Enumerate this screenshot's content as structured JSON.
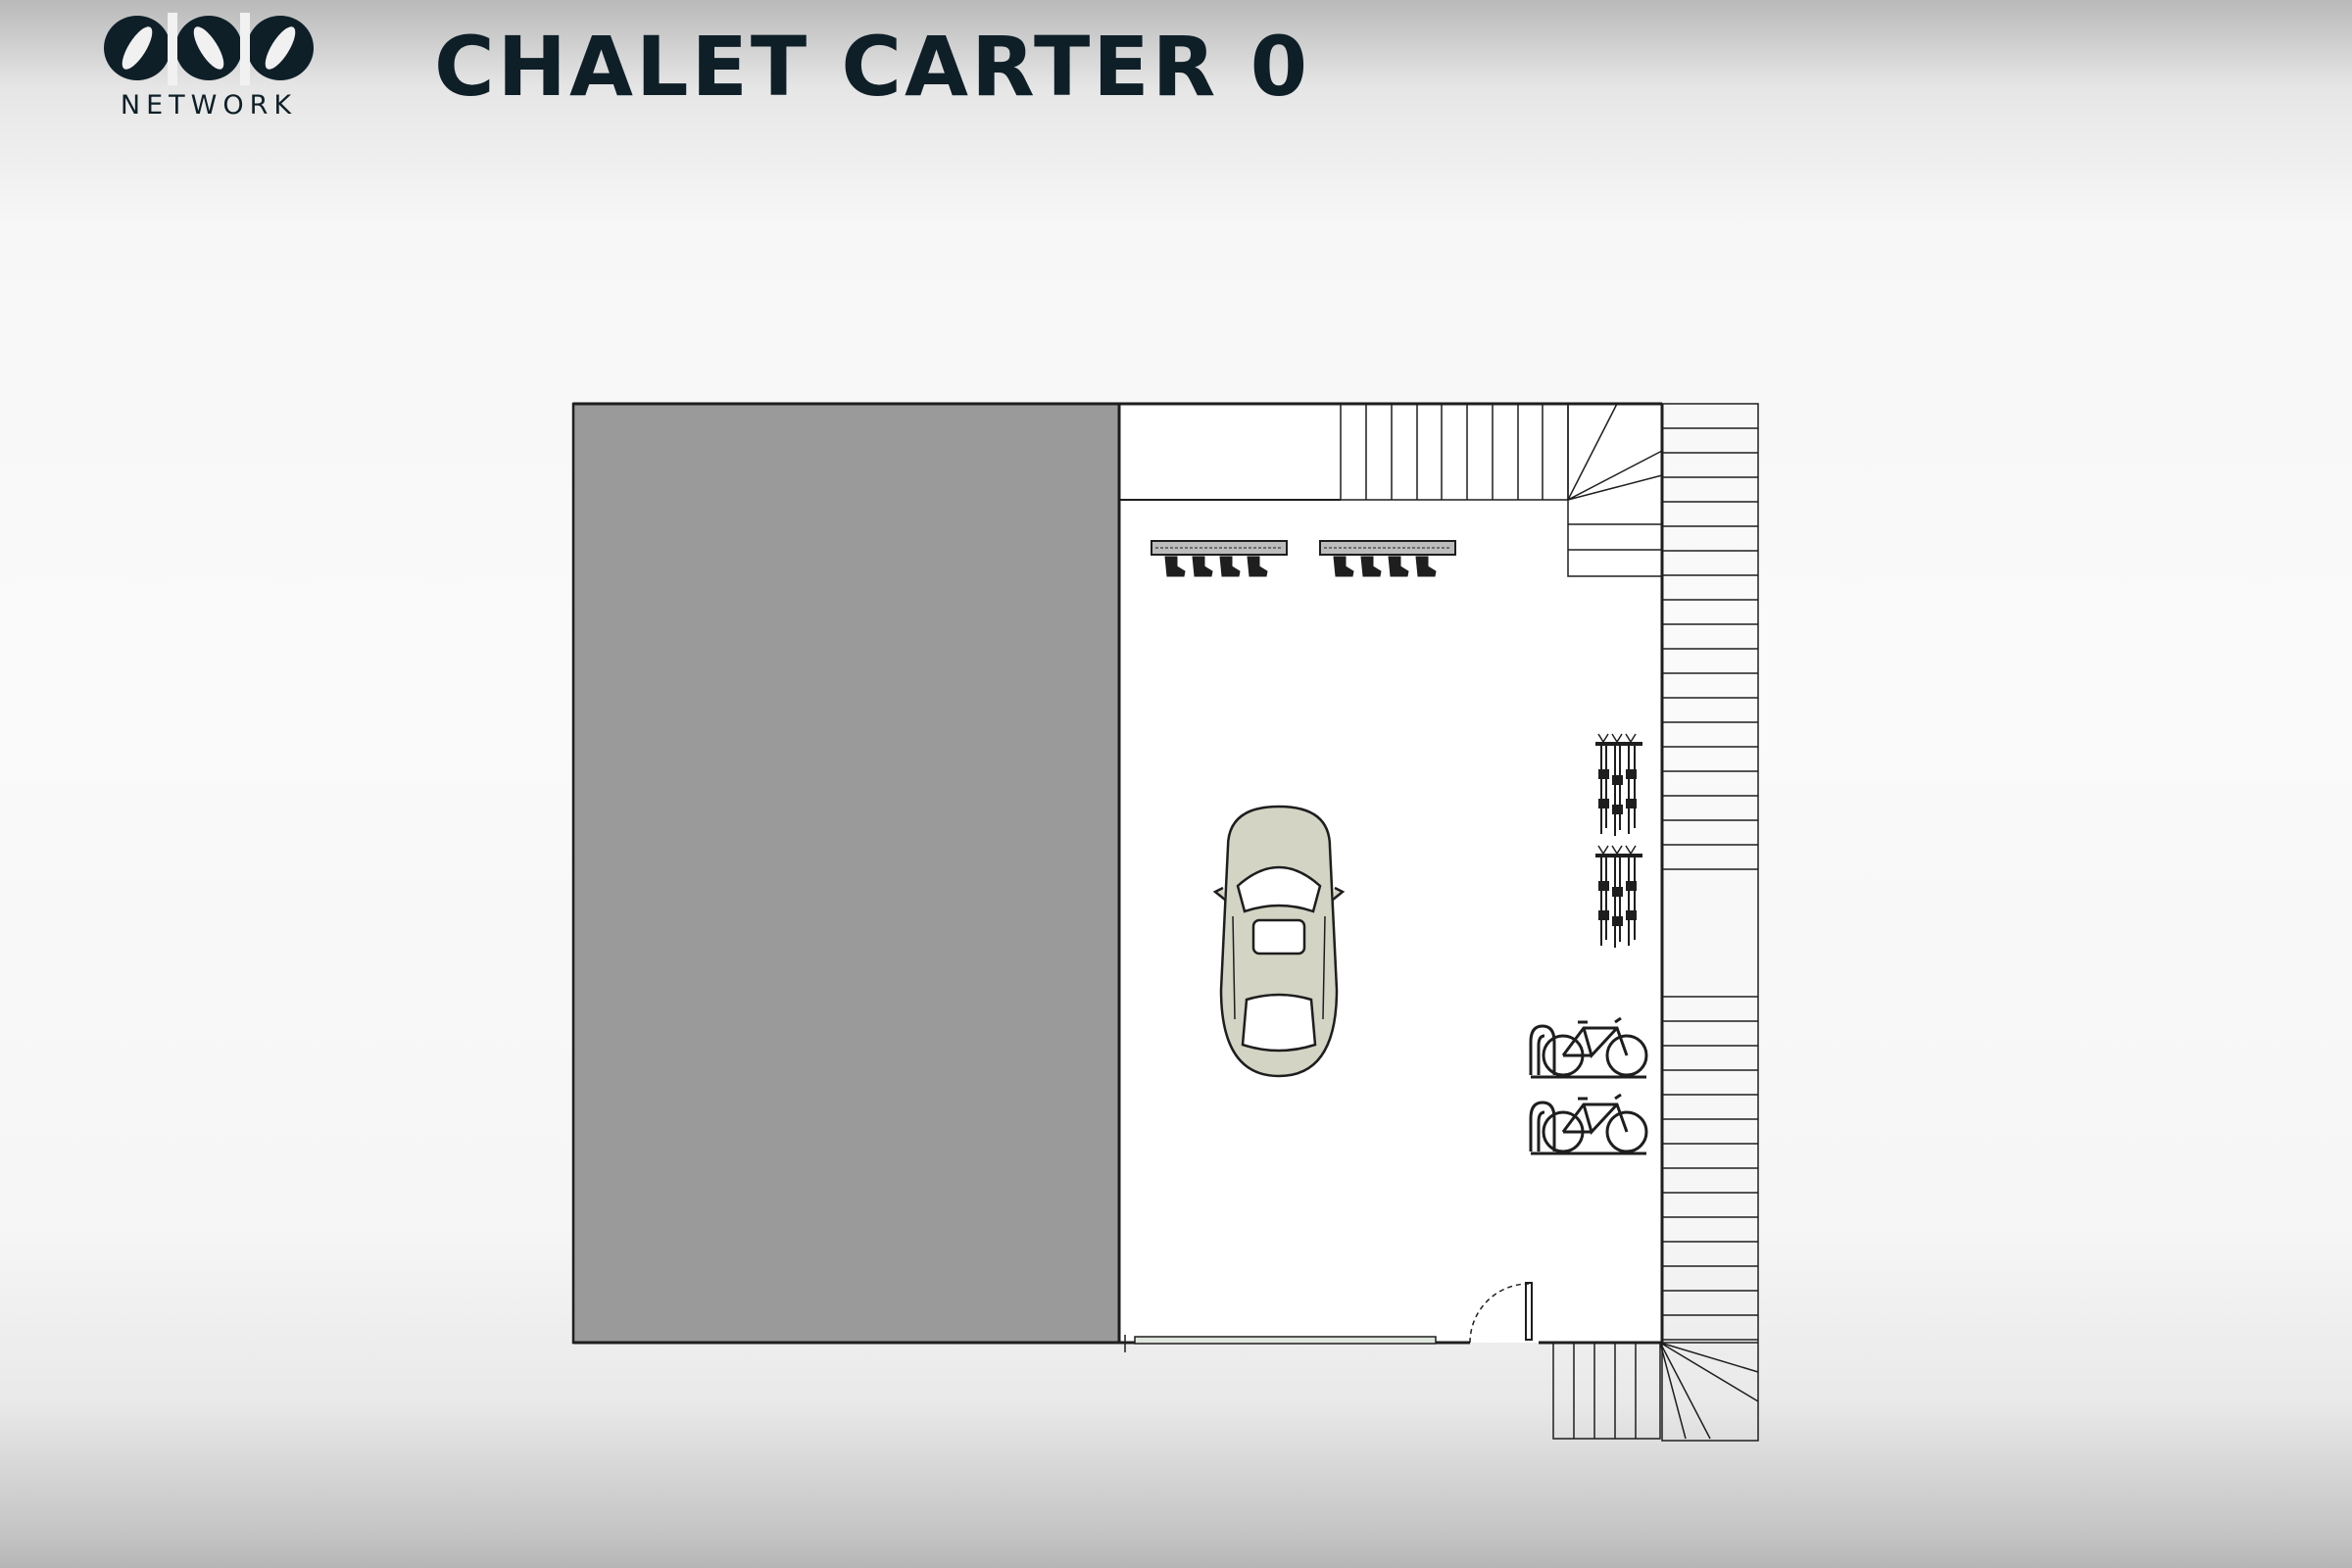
{
  "header": {
    "brand_name": "NETWORK",
    "title": "CHALET CARTER 0"
  },
  "icons": [
    "logo-mark",
    "car-icon",
    "bicycle-icon",
    "ski-rack-icon",
    "ski-boot-rack-icon",
    "door-icon",
    "stairs-icon"
  ],
  "colors": {
    "title_text": "#0e1f28",
    "wall": "#222222",
    "unheated_zone": "#9a9a9a",
    "car_body": "#d4d4c4",
    "floor": "#ffffff"
  }
}
